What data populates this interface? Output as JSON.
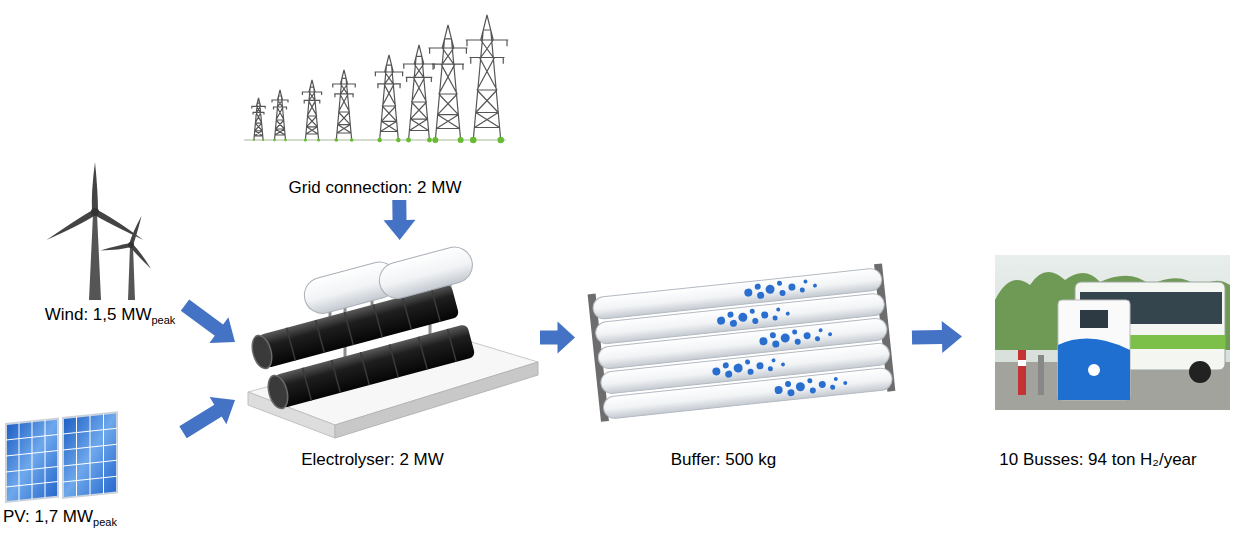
{
  "diagram": {
    "nodes": [
      {
        "text": [
          "Grid connection: 2 MW"
        ]
      },
      {
        "text": [
          "Wind: 1,5 MW",
          "peak"
        ]
      },
      {
        "text": [
          "PV: 1,7 MW",
          "peak"
        ]
      },
      {
        "text": [
          "Electrolyser: 2 MW"
        ]
      },
      {
        "text": [
          "Buffer: 500 kg"
        ]
      },
      {
        "text": [
          "10 Busses: 94 ton H₂/year"
        ]
      }
    ],
    "edges": [
      {
        "from": 0,
        "to": 3,
        "arrow": "to"
      },
      {
        "from": 1,
        "to": 3,
        "arrow": "to"
      },
      {
        "from": 2,
        "to": 3,
        "arrow": "to"
      },
      {
        "from": 3,
        "to": 4,
        "arrow": "to"
      },
      {
        "from": 4,
        "to": 5,
        "arrow": "to"
      }
    ]
  }
}
